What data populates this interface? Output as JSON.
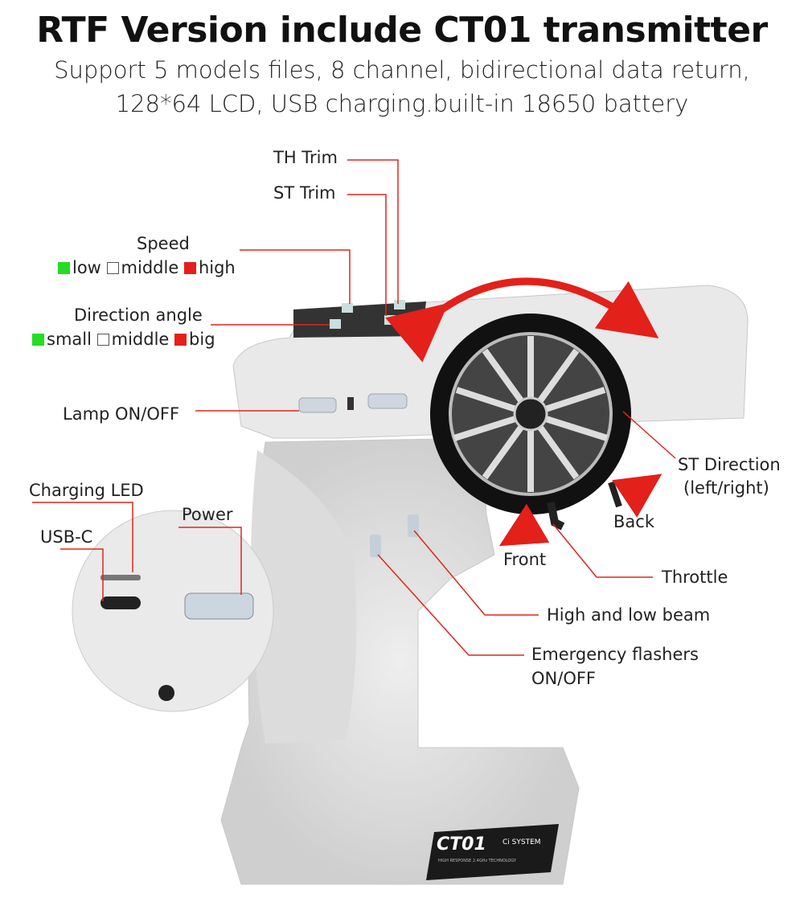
{
  "header": {
    "title": "RTF Version include CT01 transmitter",
    "subtitle_line1": "Support 5 models files,  8 channel,  bidirectional data return,",
    "subtitle_line2": "128*64 LCD,  USB charging.built-in 18650 battery"
  },
  "labels": {
    "th_trim": "TH Trim",
    "st_trim": "ST Trim",
    "speed": "Speed",
    "speed_low": "low",
    "speed_middle": "middle",
    "speed_high": "high",
    "direction_angle": "Direction angle",
    "dir_small": "small",
    "dir_middle": "middle",
    "dir_big": "big",
    "lamp": "Lamp ON/OFF",
    "charging_led": "Charging LED",
    "usb_c": "USB-C",
    "power": "Power",
    "st_direction": "ST Direction",
    "st_direction_sub": "(left/right)",
    "back": "Back",
    "front": "Front",
    "throttle": "Throttle",
    "beam": "High and low beam",
    "flashers": "Emergency flashers",
    "flashers_sub": "ON/OFF"
  },
  "plate": {
    "logo": "CT01",
    "system": "Ci SYSTEM",
    "tagline": "HIGH RESPONSE 2.4GHz TECHNOLOGY"
  },
  "colors": {
    "leader": "#e0261c",
    "green": "#22dd22",
    "red": "#e3201a",
    "white": "#ffffff"
  }
}
